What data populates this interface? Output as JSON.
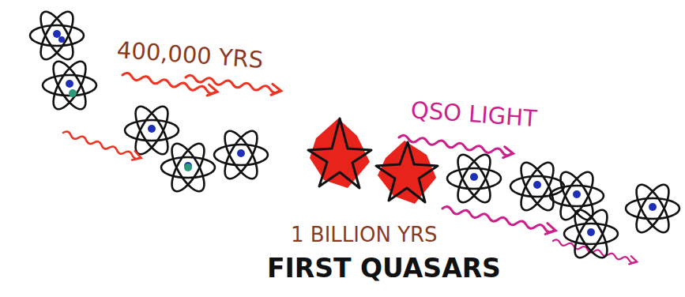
{
  "diagram": {
    "labels": [
      "400,000 YRS",
      "QSO LIGHT",
      "1 BILLION YRS",
      "FIRST QUASARS"
    ]
  }
}
